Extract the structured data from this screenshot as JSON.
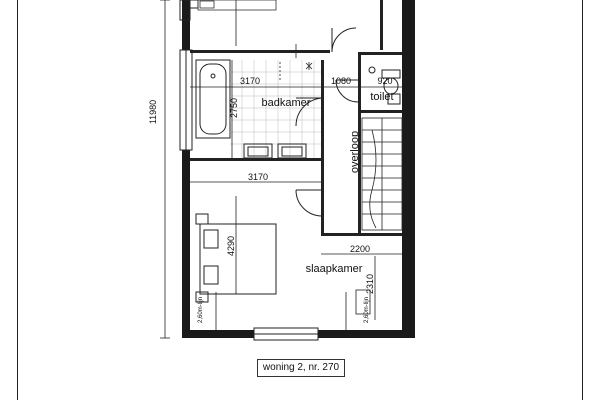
{
  "rooms": {
    "badkamer": "badkamer",
    "toilet": "toilet",
    "overloop": "overloop",
    "slaapkamer": "slaapkamer"
  },
  "dimensions": {
    "total_height": "11980",
    "bath_width": "3170",
    "bath_depth": "2750",
    "hall_width": "1080",
    "toilet_width": "920",
    "bedroom_width": "3170",
    "bedroom_depth": "4290",
    "landing_width": "2200",
    "landing_depth": "2310"
  },
  "notes": {
    "line_left": "2,60m-lijn",
    "line_right": "2,60m-lijn"
  },
  "caption": "woning 2, nr. 270"
}
